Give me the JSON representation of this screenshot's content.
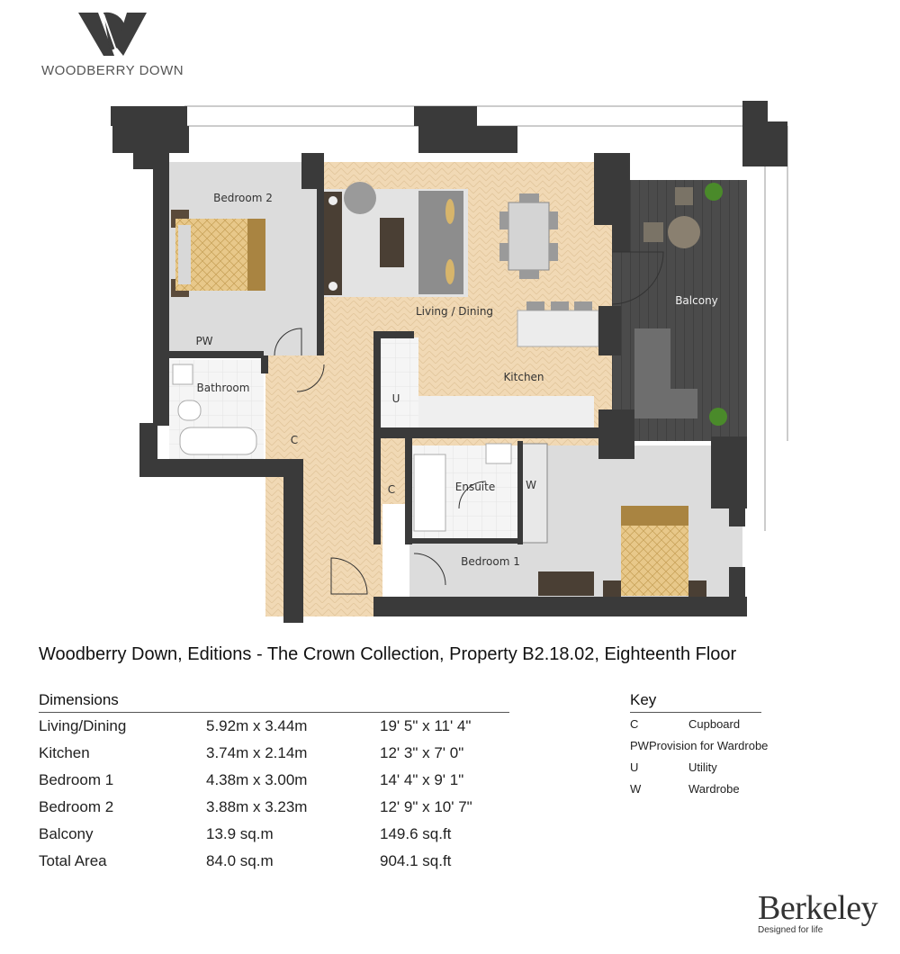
{
  "brand": {
    "logo_icon": "woodberry-w-logo",
    "name": "WOODBERRY DOWN"
  },
  "floorplan": {
    "rooms": {
      "bedroom2": "Bedroom 2",
      "living_dining": "Living / Dining",
      "kitchen": "Kitchen",
      "balcony": "Balcony",
      "bathroom": "Bathroom",
      "ensuite": "Ensuite",
      "bedroom1": "Bedroom 1"
    },
    "markers": {
      "pw": "PW",
      "u": "U",
      "c1": "C",
      "c2": "C",
      "w": "W"
    },
    "colors": {
      "wall": "#3a3a3a",
      "floor_wood": "#f1d9b5",
      "carpet": "#dcdcdc",
      "balcony_deck": "#4a4a4a",
      "tile": "#f4f4f4",
      "bed_gold": "#b8923e"
    }
  },
  "title": "Woodberry Down, Editions - The Crown Collection, Property B2.18.02, Eighteenth Floor",
  "dimensions": {
    "heading": "Dimensions",
    "rows": [
      {
        "room": "Living/Dining",
        "metric": "5.92m x 3.44m",
        "imperial": "19' 5\" x 11' 4\""
      },
      {
        "room": "Kitchen",
        "metric": "3.74m x 2.14m",
        "imperial": "12' 3\" x 7' 0\""
      },
      {
        "room": "Bedroom 1",
        "metric": "4.38m x 3.00m",
        "imperial": "14' 4\" x 9' 1\""
      },
      {
        "room": "Bedroom 2",
        "metric": "3.88m x 3.23m",
        "imperial": "12' 9\" x 10' 7\""
      },
      {
        "room": "Balcony",
        "metric": "13.9 sq.m",
        "imperial": "149.6 sq.ft"
      },
      {
        "room": "Total Area",
        "metric": "84.0 sq.m",
        "imperial": "904.1 sq.ft"
      }
    ]
  },
  "key": {
    "heading": "Key",
    "rows": [
      {
        "code": "C",
        "meaning": "Cupboard"
      },
      {
        "code": "PW",
        "meaning": "Provision for Wardrobe"
      },
      {
        "code": "U",
        "meaning": "Utility"
      },
      {
        "code": "W",
        "meaning": "Wardrobe"
      }
    ]
  },
  "developer": {
    "name": "Berkeley",
    "tagline": "Designed for life"
  }
}
